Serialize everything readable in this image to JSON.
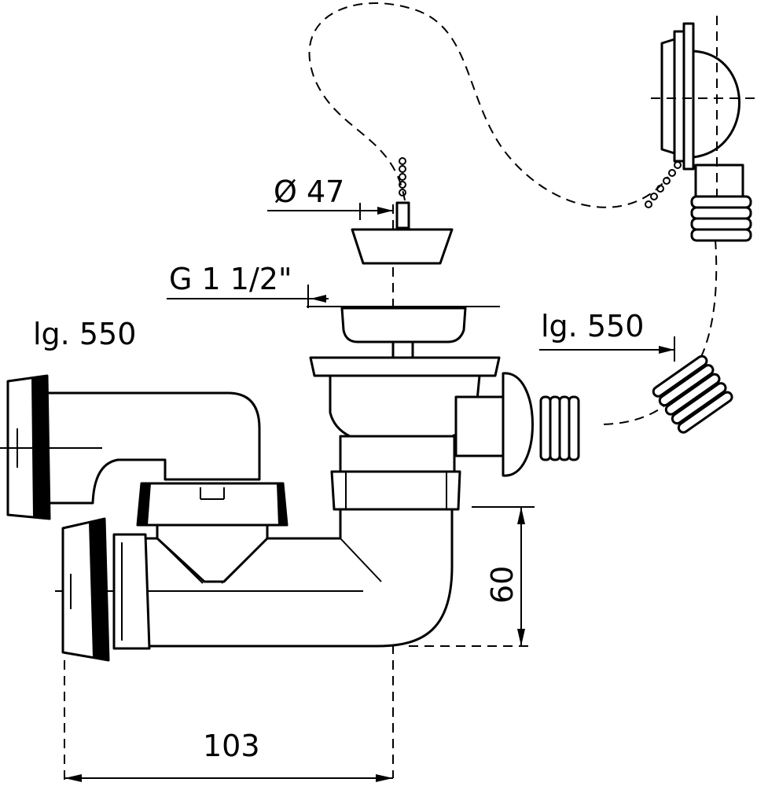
{
  "labels": {
    "diameter": "Ø 47",
    "thread": "G 1 1/2\"",
    "overflow_hose_length": "lg. 550",
    "drain_hose_length": "lg. 550",
    "height": "60",
    "width": "103"
  }
}
